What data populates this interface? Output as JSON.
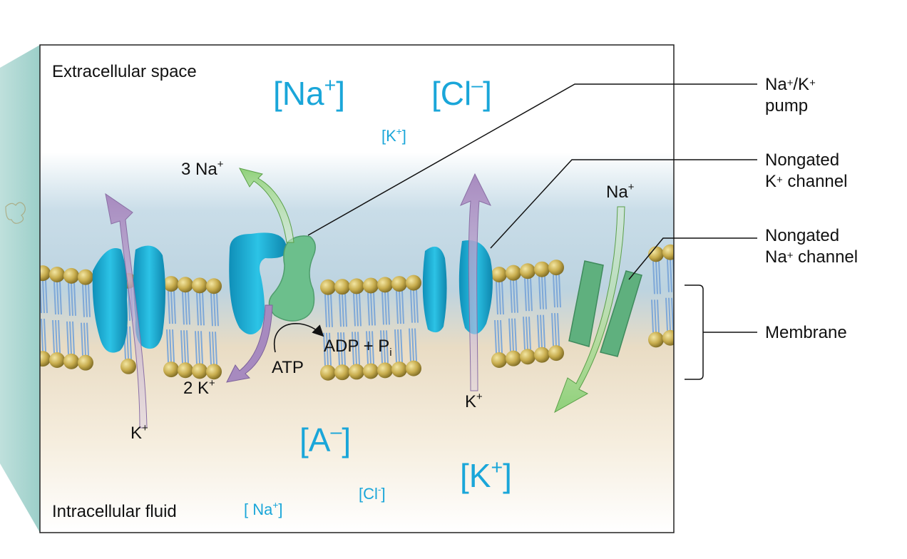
{
  "regions": {
    "extracellular": "Extracellular space",
    "intracellular": "Intracellular fluid"
  },
  "ions": {
    "na_out": {
      "base": "[Na",
      "sup": "+",
      "end": "]"
    },
    "cl_out": {
      "base": "[Cl",
      "sup": "–",
      "end": "]"
    },
    "k_out": {
      "base": "[K",
      "sup": "+",
      "end": "]"
    },
    "a_in": {
      "base": "[A",
      "sup": "–",
      "end": "]"
    },
    "k_in": {
      "base": "[K",
      "sup": "+",
      "end": "]"
    },
    "cl_in": {
      "base": "[Cl",
      "sup": "-",
      "end": "]"
    },
    "na_in": {
      "base": "[ Na",
      "sup": "+",
      "end": "]"
    }
  },
  "flux_labels": {
    "na3": {
      "base": "3 Na",
      "sup": "+"
    },
    "k2": {
      "base": "2 K",
      "sup": "+"
    },
    "atp": "ATP",
    "adp": {
      "base": "ADP + P",
      "sub": "i"
    },
    "k_left": {
      "base": "K",
      "sup": "+"
    },
    "k_mid": {
      "base": "K",
      "sup": "+"
    },
    "na_right": {
      "base": "Na",
      "sup": "+"
    }
  },
  "callouts": {
    "pump": {
      "line1a": "Na",
      "sup1": "+",
      "line1b": "/K",
      "sup2": "+",
      "line2": "pump"
    },
    "k_channel": {
      "line1": "Nongated",
      "line2a": "K",
      "sup": "+",
      "line2b": " channel"
    },
    "na_channel": {
      "line1": "Nongated",
      "line2a": "Na",
      "sup": "+",
      "line2b": " channel"
    },
    "membrane": "Membrane"
  },
  "colors": {
    "ion_text": "#1aa6d9",
    "channel_blue": "#19b3d6",
    "pump_green": "#6cbf8c",
    "na_channel_green": "#5fb07e",
    "k_arrow": "#b9a3cc",
    "na_arrow": "#9fd68a",
    "bead": "#c8b050"
  }
}
